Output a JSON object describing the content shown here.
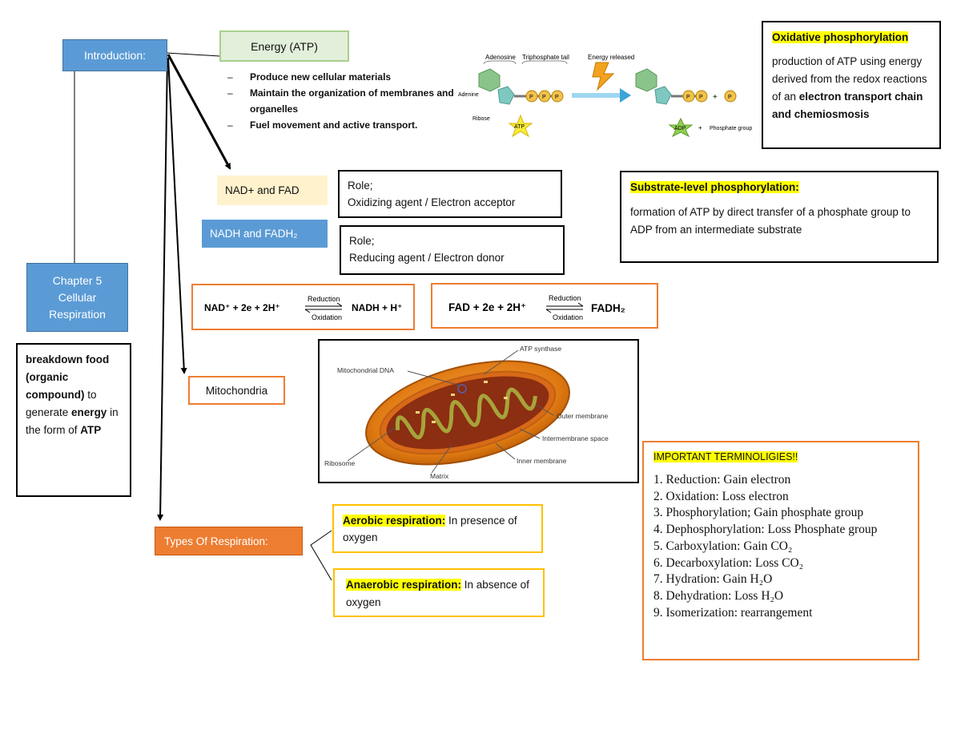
{
  "intro": {
    "label": "Introduction:"
  },
  "chapter": {
    "lines": [
      "Chapter 5",
      "Cellular",
      "Respiration"
    ]
  },
  "definition": {
    "parts": [
      "breakdown food (organic compound)",
      " to generate ",
      "energy",
      " in the form of ",
      "ATP"
    ]
  },
  "energy": {
    "label": "Energy (ATP)",
    "items": [
      "Produce new cellular materials",
      "Maintain the organization of membranes and organelles",
      "Fuel movement and active transport."
    ]
  },
  "atp_figure": {
    "adenosine": "Adenosine",
    "triphosphate": "Triphosphate tail",
    "energy_released": "Energy released",
    "adenine": "Adenine",
    "ribose": "Ribose",
    "atp": "ATP",
    "adp": "ADP",
    "phosphate_group": "Phosphate group",
    "p": "P",
    "plus": "+"
  },
  "oxidative": {
    "title": "Oxidative phosphorylation",
    "text": "production of ATP using energy derived from the redox reactions of an",
    "bold": "electron transport chain and chemiosmosis"
  },
  "substrate": {
    "title": "Substrate-level phosphorylation:",
    "text": "formation of ATP by direct transfer of a phosphate group to ADP from an intermediate substrate"
  },
  "nad": {
    "label": "NAD+ and FAD",
    "role_title": "Role;",
    "role_text": "Oxidizing agent / Electron acceptor"
  },
  "nadh": {
    "label": "NADH and FADH₂",
    "role_title": "Role;",
    "role_text": "Reducing agent / Electron donor"
  },
  "equation1": {
    "left": "NAD⁺  + 2e  + 2H⁺",
    "right": "NADH + H⁺",
    "top": "Reduction",
    "bottom": "Oxidation"
  },
  "equation2": {
    "left": "FAD  + 2e  + 2H⁺",
    "right": "FADH₂",
    "top": "Reduction",
    "bottom": "Oxidation"
  },
  "mitochondria": {
    "label": "Mitochondria",
    "labels": {
      "atp_synthase": "ATP synthase",
      "mtdna": "Mitochondrial DNA",
      "outer": "Outer membrane",
      "intermembrane": "Intermembrane space",
      "inner": "Inner membrane",
      "ribosome": "Ribosome",
      "matrix": "Matrix"
    }
  },
  "types": {
    "label": "Types Of Respiration:"
  },
  "aerobic": {
    "title": "Aerobic respiration:",
    "text": " In presence of oxygen"
  },
  "anaerobic": {
    "title": "Anaerobic respiration:",
    "text": " In absence of oxygen"
  },
  "terminology": {
    "title": "IMPORTANT TERMINOLIGIES!!",
    "items": [
      "1. Reduction: Gain electron",
      "2. Oxidation: Loss electron",
      "3. Phosphorylation; Gain phosphate group",
      "4. Dephosphorylation: Loss Phosphate group",
      "5. Carboxylation: Gain CO₂",
      "6. Decarboxylation: Loss CO₂",
      "7. Hydration: Gain H₂O",
      "8. Dehydration: Loss H₂O",
      "9. Isomerization: rearrangement"
    ]
  },
  "colors": {
    "blue": "#5b9bd5",
    "orange": "#ed7d31",
    "gold": "#ffc000",
    "highlight": "#ffff00",
    "pale_green": "#e2efda",
    "pale_yellow": "#fff2cc"
  }
}
